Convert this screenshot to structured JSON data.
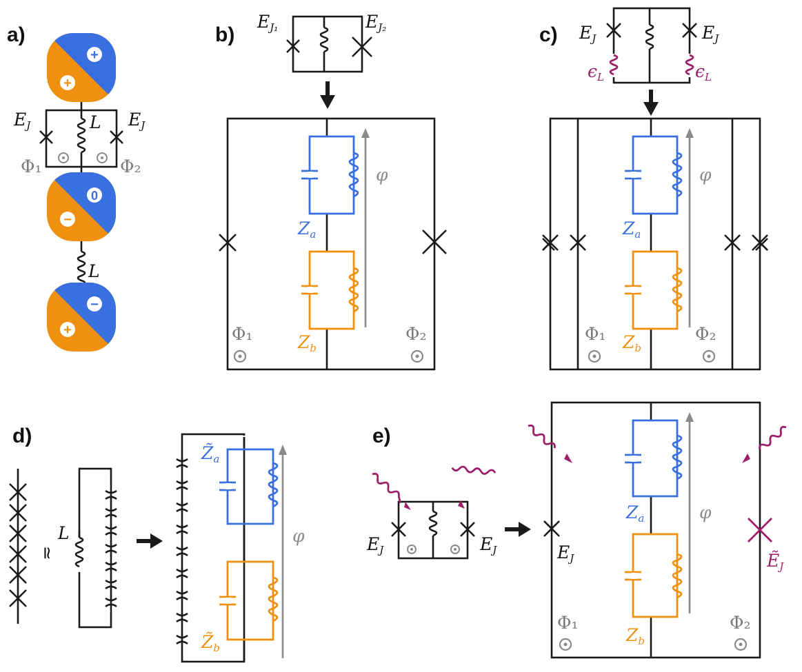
{
  "panels": {
    "a": "a)",
    "b": "b)",
    "c": "c)",
    "d": "d)",
    "e": "e)"
  },
  "labels": {
    "EJ": "E",
    "EJ_sub": "J",
    "EJ1_sub": "J₁",
    "EJ2_sub": "J₂",
    "L": "L",
    "Phi1": "Φ₁",
    "Phi2": "Φ₂",
    "phi": "φ",
    "Za": "Z",
    "Za_sub": "a",
    "Zb": "Z",
    "Zb_sub": "b",
    "epsL": "ϵ",
    "epsL_sub": "L",
    "approx": "≃",
    "EJtilde": "Ẽ",
    "Zatilde": "Z̃",
    "Zbtilde": "Z̃"
  },
  "charge_marks": {
    "top_blue": "+",
    "top_orange": "+",
    "mid_blue": "0",
    "mid_orange": "−",
    "bot_blue": "−",
    "bot_orange": "+"
  },
  "colors": {
    "blue": "#3a6fe0",
    "orange": "#f0900f",
    "magenta": "#9c1f6a",
    "grey": "#8a8a8a",
    "black": "#1a1a1a"
  }
}
